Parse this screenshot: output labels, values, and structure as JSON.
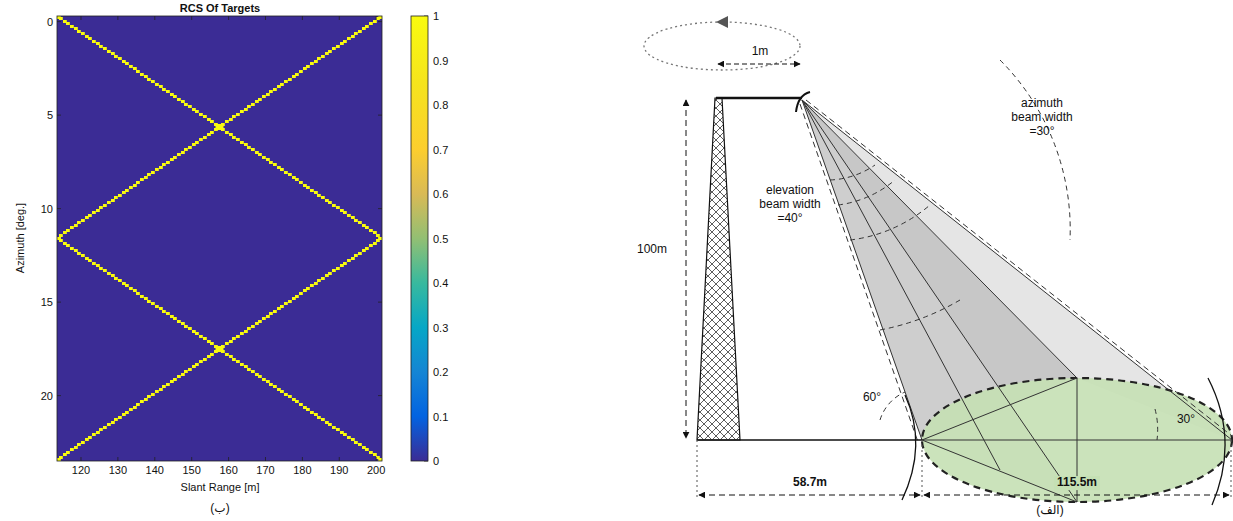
{
  "diagram": {
    "labels": [
      "RCS Of Targets",
      "0",
      "5",
      "10",
      "15",
      "20",
      "Azimuth [deg.]",
      "120",
      "130",
      "140",
      "150",
      "160",
      "170",
      "180",
      "190",
      "200",
      "Slant Range [m]",
      "1",
      "0.9",
      "0.8",
      "0.7",
      "0.6",
      "0.5",
      "0.4",
      "0.3",
      "0.2",
      "0.1",
      "0",
      "(ب)",
      "1m",
      "100m",
      "elevation beam width =40°",
      "azimuth beam width =30°",
      "60°",
      "30°",
      "58.7m",
      "115.5m",
      "(الف)"
    ]
  }
}
